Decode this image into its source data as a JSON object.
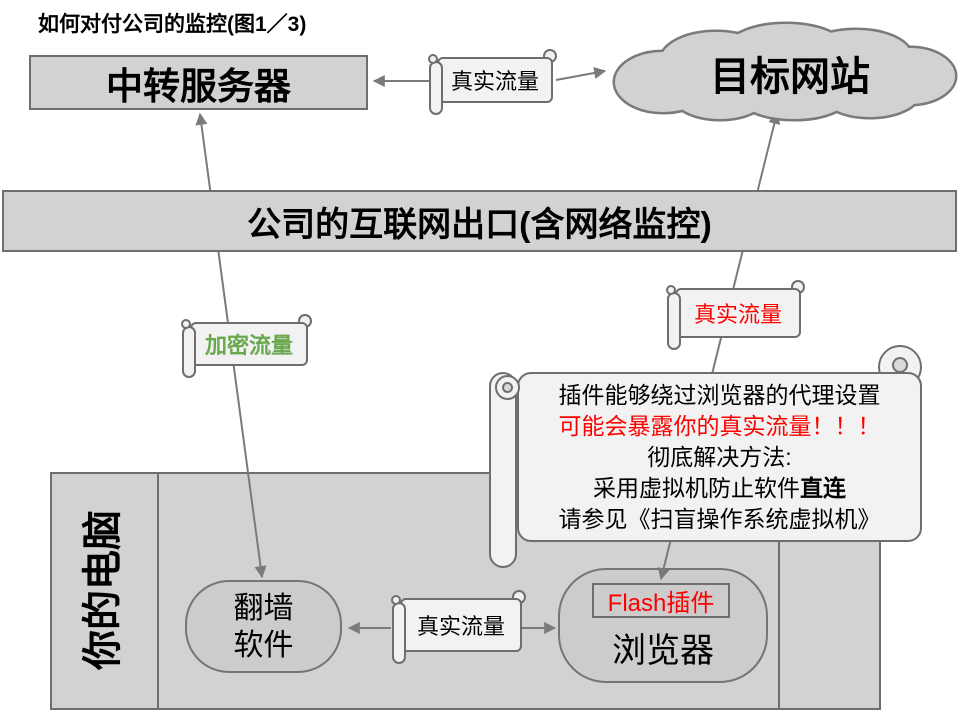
{
  "title": "如何对付公司的监控(图1／3)",
  "nodes": {
    "relay_server": "中转服务器",
    "target_site": "目标网站",
    "company_gateway": "公司的互联网出口(含网络监控)",
    "your_computer": "你的电脑",
    "circumvention_tool": "翻墙\n软件",
    "browser": "浏览器",
    "flash_plugin": "Flash插件"
  },
  "flows": {
    "top": "真实流量",
    "left": "加密流量",
    "right": "真实流量",
    "bottom": "真实流量"
  },
  "note": {
    "line1": "插件能够绕过浏览器的代理设置",
    "line2": "可能会暴露你的真实流量！！！",
    "line3": "彻底解决方法:",
    "line4_prefix": "采用虚拟机防止软件",
    "line4_bold": "直连",
    "line5": "请参见《扫盲操作系统虚拟机》"
  },
  "colors": {
    "box_fill": "#d2d2d2",
    "inner_fill": "#cccccc",
    "scroll_fill": "#f2f2f2",
    "border_gray": "#6e6e6e",
    "arrow_gray": "#7a7a7a",
    "green": "#6aa84f",
    "red": "#ff0000"
  }
}
